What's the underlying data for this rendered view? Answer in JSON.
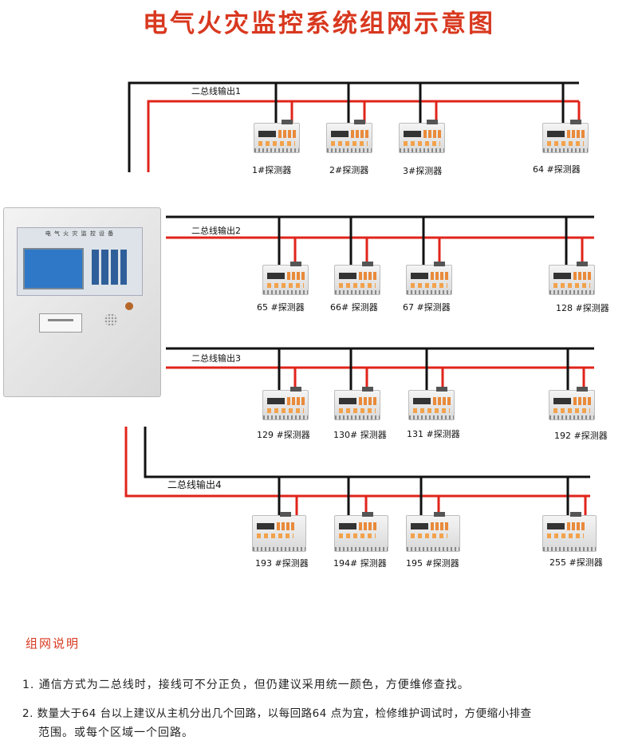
{
  "title": "电气火灾监控系统组网示意图",
  "controller": {
    "panel_title": "电 气 火 灾 监 控 设 备"
  },
  "buses": [
    {
      "label": "二总线输出1",
      "detectors": [
        "1#探测器",
        "2#探测器",
        "3#探测器",
        "64 #探测器"
      ]
    },
    {
      "label": "二总线输出2",
      "detectors": [
        "65 #探测器",
        "66# 探测器",
        "67 #探测器",
        "128 #探测器"
      ]
    },
    {
      "label": "二总线输出3",
      "detectors": [
        "129 #探测器",
        "130# 探测器",
        "131 #探测器",
        "192 #探测器"
      ]
    },
    {
      "label": "二总线输出4",
      "detectors": [
        "193 #探测器",
        "194# 探测器",
        "195 #探测器",
        "255 #探测器"
      ]
    }
  ],
  "notes": {
    "title": "组网说明",
    "items": [
      "1. 通信方式为二总线时，接线可不分正负，但仍建议采用统一颜色，方便维修查找。",
      "2. 数量大于64 台以上建议从主机分出几个回路，以每回路64 点为宜，检修维护调试时，方便缩小排查",
      "范围。或每个区域一个回路。"
    ]
  },
  "colors": {
    "black_wire": "#111111",
    "red_wire": "#e0241b",
    "title": "#d8381f"
  }
}
